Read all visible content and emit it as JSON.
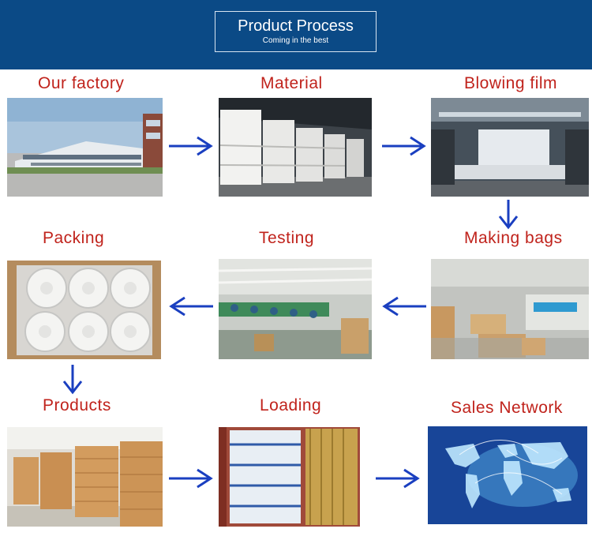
{
  "header": {
    "title": "Product Process",
    "subtitle": "Coming in the best"
  },
  "steps": [
    {
      "label": "Our factory"
    },
    {
      "label": "Material"
    },
    {
      "label": "Blowing film"
    },
    {
      "label": "Packing"
    },
    {
      "label": "Testing"
    },
    {
      "label": "Making bags"
    },
    {
      "label": "Products"
    },
    {
      "label": "Loading"
    },
    {
      "label": "Sales Network"
    }
  ],
  "colors": {
    "header_bg": "#0b4a86",
    "label_red": "#c0231c",
    "arrow_blue": "#1a3fc0"
  },
  "icons": [
    "arrow-right-icon",
    "arrow-down-icon",
    "arrow-left-icon"
  ]
}
